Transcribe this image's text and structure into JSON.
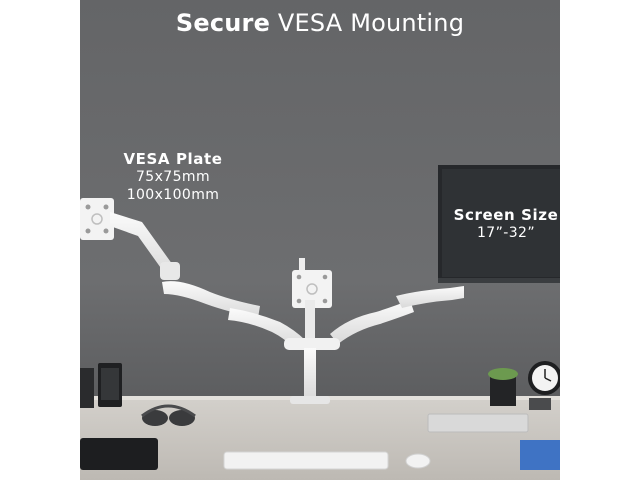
{
  "headline": {
    "bold": "Secure",
    "rest": " VESA Mounting"
  },
  "vesa_plate": {
    "title": "VESA Plate",
    "size_1": "75x75mm",
    "size_2": "100x100mm"
  },
  "screen_size": {
    "title": "Screen Size",
    "range": "17”-32”"
  },
  "colors": {
    "wall": "#6a6b6d",
    "desk": "#c9c6c1",
    "arm": "#f1f1f1",
    "screen": "#27292c"
  }
}
